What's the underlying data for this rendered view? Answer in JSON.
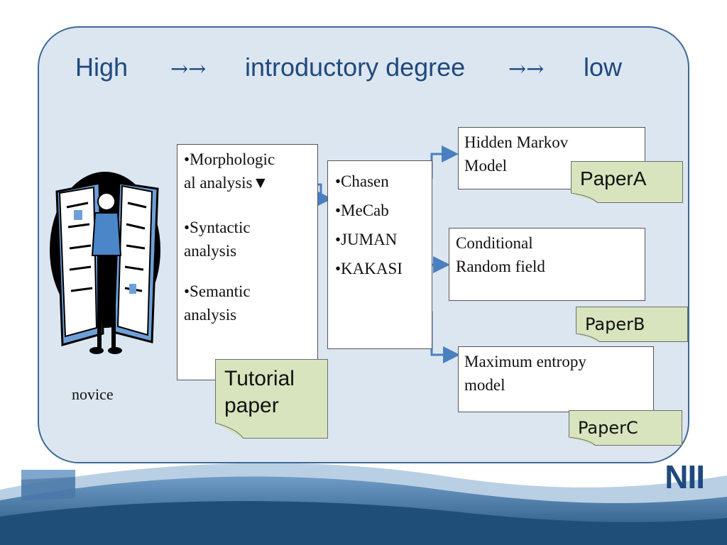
{
  "title": {
    "left": "High",
    "arrows_left": "→→",
    "middle": "introductory degree",
    "arrows_right": "→→",
    "right": "low"
  },
  "figure_label": "novice",
  "analysis_box": {
    "items": [
      "•Morphologic",
      "al analysis▼",
      "•Syntactic",
      "analysis",
      "•Semantic",
      "analysis"
    ]
  },
  "tools_box": {
    "items": [
      "•Chasen",
      "•MeCab",
      "•JUMAN",
      "•KAKASI"
    ]
  },
  "models": {
    "hmm": [
      "Hidden Markov",
      "Model"
    ],
    "crf": [
      "Conditional",
      "Random field"
    ],
    "maxent": [
      "Maximum entropy",
      "model"
    ]
  },
  "notes": {
    "tutorial": [
      "Tutorial",
      "paper"
    ],
    "paper_a": "PaperA",
    "paper_b": "PaperB",
    "paper_c": "PaperC"
  },
  "logo": "NII",
  "colors": {
    "panel_fill": "#dce6f1",
    "panel_border": "#3d6a96",
    "title_text": "#1f497d",
    "note_fill": "#d7e4bd",
    "connector": "#4a7fc0",
    "wave_dark": "#1f4e79"
  },
  "icons": [
    "reader-clipart-icon",
    "nii-logo"
  ]
}
